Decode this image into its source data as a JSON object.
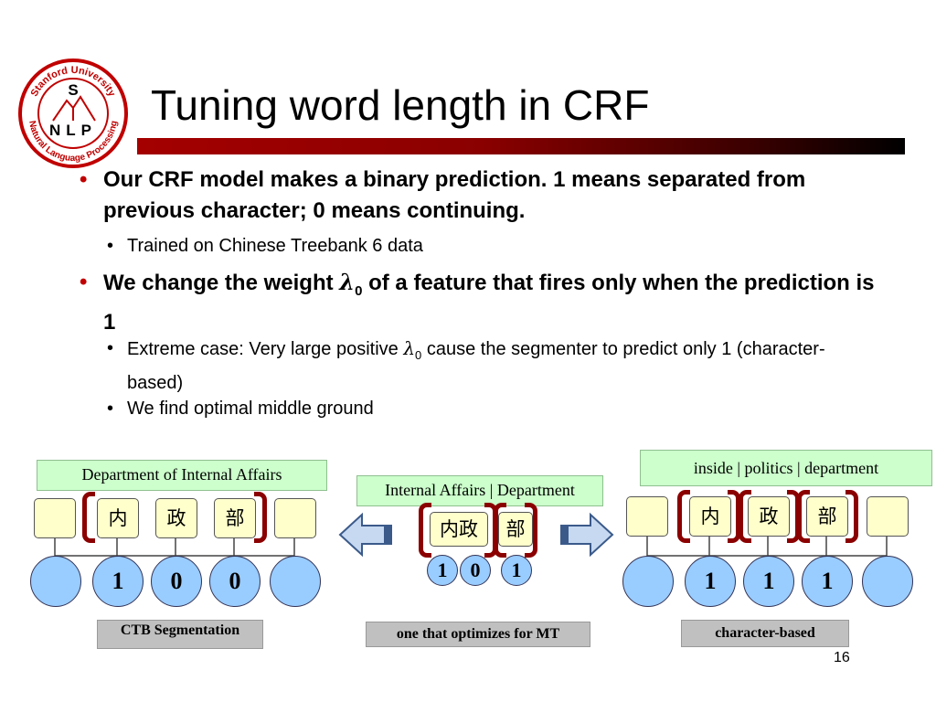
{
  "logo": {
    "ring_text": "Stanford University · Natural Language Processing",
    "letters": [
      "S",
      "N",
      "L",
      "P"
    ]
  },
  "title": "Tuning word length in CRF",
  "bullets": {
    "b1": "Our CRF model makes a binary prediction. 1 means separated from previous character; 0 means continuing.",
    "b1_sub1": "Trained on Chinese Treebank 6 data",
    "b2_pre": "We change the weight ",
    "b2_lambda": "λ",
    "b2_sub": "0",
    "b2_post": " of a feature that fires only when the prediction is 1",
    "b2_sub1_pre": "Extreme case: Very large positive ",
    "b2_sub1_lambda": "λ",
    "b2_sub1_sub": "0",
    "b2_sub1_post": " cause the segmenter to predict only 1 (character-based)",
    "b2_sub2": "We find optimal middle ground"
  },
  "diagram": {
    "left": {
      "label": "Department of Internal Affairs",
      "chars": [
        "内",
        "政",
        "部"
      ],
      "values": [
        "1",
        "0",
        "0"
      ],
      "caption": "CTB Segmentation"
    },
    "middle": {
      "label": "Internal Affairs | Department",
      "chars": [
        "内政",
        "部"
      ],
      "values": [
        "1",
        "0",
        "1"
      ],
      "caption": "one that optimizes for MT"
    },
    "right": {
      "label": "inside | politics | department",
      "chars": [
        "内",
        "政",
        "部"
      ],
      "values": [
        "1",
        "1",
        "1"
      ],
      "caption": "character-based"
    }
  },
  "page_number": "16",
  "colors": {
    "bullet": "#c00000",
    "bracket": "#8b0000",
    "label_bg": "#ccffcc",
    "square_bg": "#ffffcc",
    "circle_bg": "#99ccff",
    "arrow_fill": "#c6d9f1",
    "caption_bg": "#c0c0c0"
  }
}
